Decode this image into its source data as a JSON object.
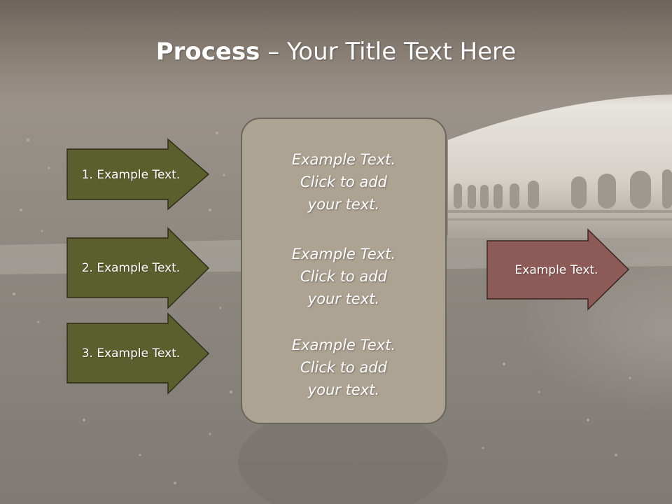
{
  "title": {
    "bold": "Process",
    "rest": " – Your Title Text Here"
  },
  "left_steps": [
    {
      "label": "1. Example Text."
    },
    {
      "label": "2. Example Text."
    },
    {
      "label": "3. Example Text."
    }
  ],
  "center_items": [
    {
      "line1": "Example Text.",
      "line2": "Click  to add",
      "line3": "your text."
    },
    {
      "line1": "Example Text.",
      "line2": "Click  to add",
      "line3": "your text."
    },
    {
      "line1": "Example Text.",
      "line2": "Click  to add",
      "line3": "your text."
    }
  ],
  "right_output": {
    "label": "Example Text."
  },
  "colors": {
    "left_arrow_fill": "#5b5e2d",
    "right_arrow_fill": "#8c5a57",
    "center_box_fill": "#ada393",
    "title_band": "#7a7168"
  }
}
